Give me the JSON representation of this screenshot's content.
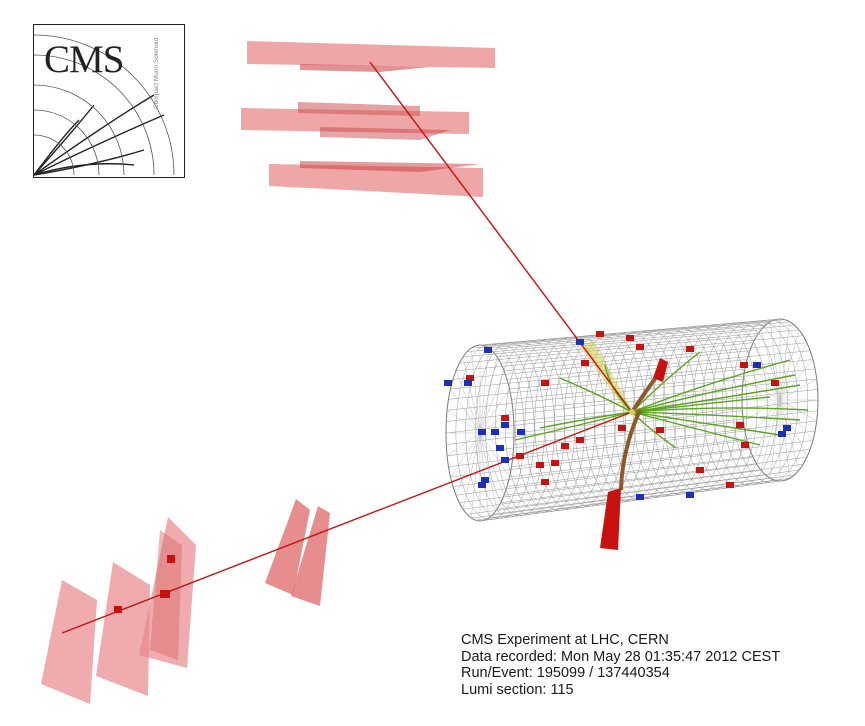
{
  "logo": {
    "text": "CMS",
    "subtitle": "Compact Muon Solenoid"
  },
  "caption": {
    "line1": "CMS Experiment at LHC, CERN",
    "line2": "Data recorded: Mon May 28 01:35:47 2012 CEST",
    "line3": "Run/Event: 195099 / 137440354",
    "line4": "Lumi section: 115"
  },
  "colors": {
    "muon_chamber": "#e8888a",
    "muon_track": "#c8120f",
    "tracker_mesh": "#9a9a9a",
    "tracks": "#5aa51e",
    "ecal_hits": "#c8120f",
    "hcal_hits": "#1c2fb8",
    "jet_cone": "#c9c82a"
  }
}
